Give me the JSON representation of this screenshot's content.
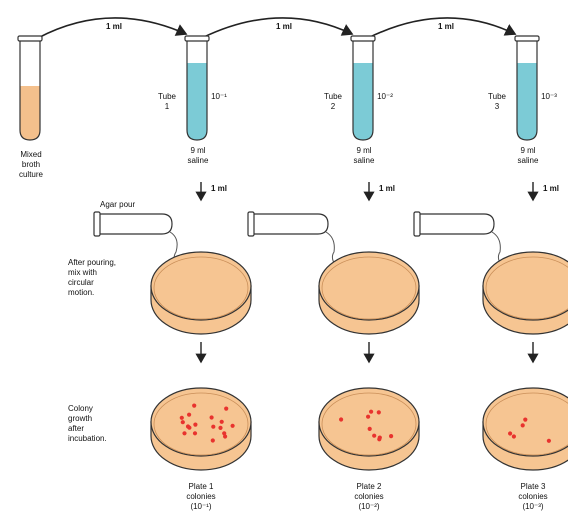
{
  "transfer_volume": "1 ml",
  "culture_label": "Mixed\nbroth\nculture",
  "tubes": [
    {
      "name": "Tube\n1",
      "dilution": "10⁻¹",
      "contents": "9 ml\nsaline"
    },
    {
      "name": "Tube\n2",
      "dilution": "10⁻²",
      "contents": "9 ml\nsaline"
    },
    {
      "name": "Tube\n3",
      "dilution": "10⁻³",
      "contents": "9 ml\nsaline"
    }
  ],
  "agar_pour_label": "Agar pour",
  "mix_note": "After pouring,\nmix with\ncircular\nmotion.",
  "growth_note": "Colony\ngrowth\nafter\nincubation.",
  "plates": [
    {
      "label": "Plate 1\ncolonies\n(10⁻¹)",
      "colony_count": 18
    },
    {
      "label": "Plate 2\ncolonies\n(10⁻²)",
      "colony_count": 9
    },
    {
      "label": "Plate 3\ncolonies\n(10⁻³)",
      "colony_count": 5
    }
  ],
  "colors": {
    "broth": "#f4c08c",
    "saline": "#7ccbd6",
    "agar": "#f6c592",
    "colony": "#e8332e",
    "outline": "#333333"
  }
}
